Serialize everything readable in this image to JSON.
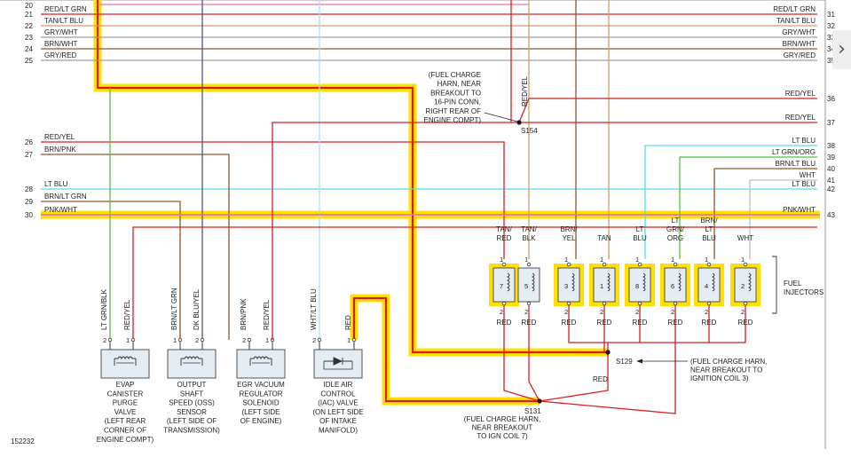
{
  "diagram_id": "152232",
  "colors": {
    "red": "#d42020",
    "highlight": "#ffe000",
    "brn": "#8b5a2b",
    "gry": "#a0a0a0",
    "lt_blu": "#55dde8",
    "lt_grn": "#55c040",
    "pnk": "#f070b0",
    "tan": "#c8a070",
    "dk_blu": "#4a5a78"
  },
  "left_rows": [
    {
      "num": "20",
      "label": ""
    },
    {
      "num": "21",
      "label": "RED/LT GRN"
    },
    {
      "num": "22",
      "label": "TAN/LT BLU"
    },
    {
      "num": "23",
      "label": "GRY/WHT"
    },
    {
      "num": "24",
      "label": "BRN/WHT"
    },
    {
      "num": "25",
      "label": "GRY/RED"
    },
    {
      "num": "26",
      "label": "RED/YEL"
    },
    {
      "num": "27",
      "label": "BRN/PNK"
    },
    {
      "num": "28",
      "label": "LT BLU"
    },
    {
      "num": "29",
      "label": "BRN/LT GRN"
    },
    {
      "num": "30",
      "label": "PNK/WHT"
    }
  ],
  "right_rows": [
    {
      "num": "31",
      "label": "RED/LT GRN"
    },
    {
      "num": "32",
      "label": "TAN/LT BLU"
    },
    {
      "num": "33",
      "label": "GRY/WHT"
    },
    {
      "num": "34",
      "label": "BRN/WHT"
    },
    {
      "num": "35",
      "label": "GRY/RED"
    },
    {
      "num": "36",
      "label": "RED/YEL"
    },
    {
      "num": "37",
      "label": "RED/YEL"
    },
    {
      "num": "38",
      "label": "LT BLU"
    },
    {
      "num": "39",
      "label": "LT GRN/ORG"
    },
    {
      "num": "40",
      "label": "BRN/LT BLU"
    },
    {
      "num": "41",
      "label": "WHT"
    },
    {
      "num": "42",
      "label": "LT BLU"
    },
    {
      "num": "43",
      "label": "PNK/WHT"
    }
  ],
  "splice_s154": {
    "name": "S154",
    "note": [
      "(FUEL CHARGE",
      "HARN, NEAR",
      "BREAKOUT TO",
      "16-PIN CONN,",
      "RIGHT REAR OF",
      "ENGINE COMPT)"
    ],
    "wire_label": "RED/YEL"
  },
  "components": [
    {
      "wire1": "LT GRN/BLK",
      "wire2": "RED/YEL",
      "pin_a": "2",
      "pin_b": "1",
      "caption": [
        "EVAP",
        "CANISTER",
        "PURGE",
        "VALVE",
        "(LEFT REAR",
        "CORNER OF",
        "ENGINE COMPT)"
      ]
    },
    {
      "wire1": "BRN/LT GRN",
      "wire2": "DK BLU/YEL",
      "pin_a": "1",
      "pin_b": "2",
      "caption": [
        "OUTPUT",
        "SHAFT",
        "SPEED (OSS)",
        "SENSOR",
        "(LEFT SIDE OF",
        "TRANSMISSION)"
      ]
    },
    {
      "wire1": "BRN/PNK",
      "wire2": "RED/YEL",
      "pin_a": "2",
      "pin_b": "1",
      "caption": [
        "EGR VACUUM",
        "REGULATOR",
        "SOLENOID",
        "(LEFT SIDE",
        "OF ENGINE)"
      ]
    },
    {
      "wire1": "WHT/LT BLU",
      "wire2": "RED",
      "pin_a": "2",
      "pin_b": "1",
      "caption": [
        "IDLE AIR",
        "CONTROL",
        "(IAC) VALVE",
        "(ON LEFT SIDE",
        "OF INTAKE",
        "MANIFOLD)"
      ]
    }
  ],
  "injectors": {
    "title": [
      "FUEL",
      "INJECTORS"
    ],
    "pin_top": "1",
    "pin_bottom": "2",
    "bottom_wire": "RED",
    "items": [
      {
        "num": "7",
        "wire": [
          "TAN/",
          "RED"
        ]
      },
      {
        "num": "5",
        "wire": [
          "TAN/",
          "BLK"
        ]
      },
      {
        "num": "3",
        "wire": [
          "BRN/",
          "YEL"
        ]
      },
      {
        "num": "1",
        "wire": [
          "TAN"
        ]
      },
      {
        "num": "8",
        "wire": [
          "LT",
          "BLU"
        ]
      },
      {
        "num": "6",
        "wire": [
          "LT",
          "GRN/",
          "ORG"
        ]
      },
      {
        "num": "4",
        "wire": [
          "BRN/",
          "LT",
          "BLU"
        ]
      },
      {
        "num": "2",
        "wire": [
          "WHT"
        ]
      }
    ]
  },
  "splice_s129": {
    "name": "S129",
    "note": [
      "(FUEL CHARGE HARN,",
      "NEAR BREAKOUT TO",
      "IGNITION COIL 3)"
    ]
  },
  "splice_s131": {
    "name": "S131",
    "note": [
      "(FUEL CHARGE HARN,",
      "NEAR BREAKOUT",
      "TO IGN COIL 7)"
    ]
  },
  "red_label": "RED"
}
